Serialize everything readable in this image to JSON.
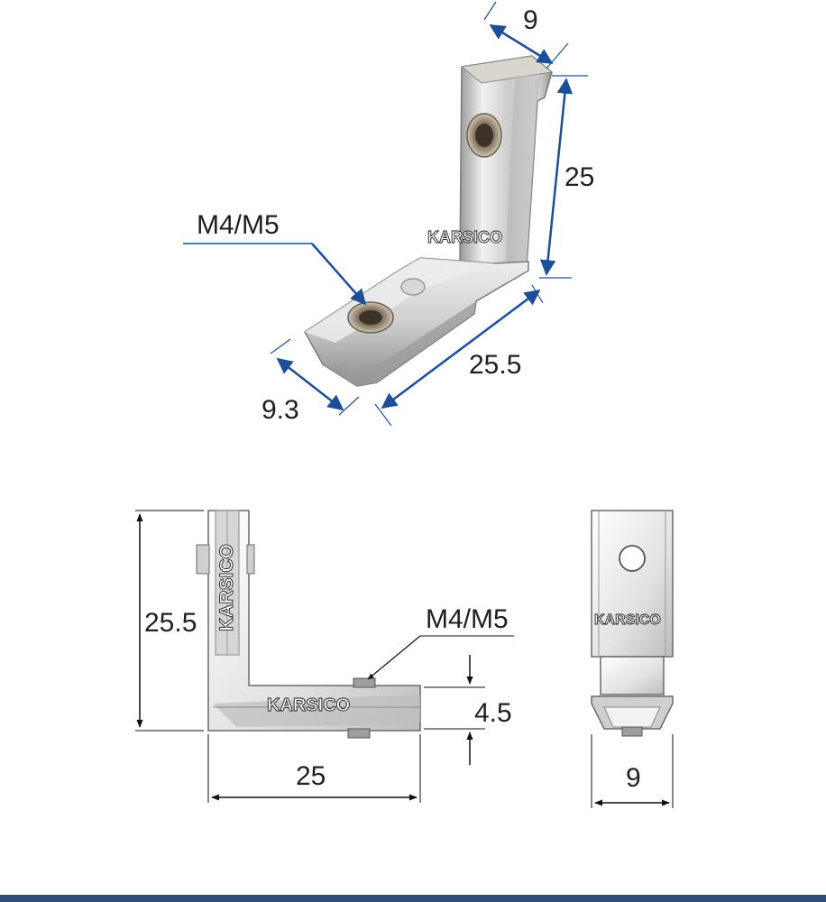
{
  "photo": {
    "brand": "KARSICO",
    "thread_label": "M4/M5",
    "dim_width_top": "9",
    "dim_height": "25",
    "dim_length": "25.5",
    "dim_width_base": "9.3"
  },
  "side_view": {
    "brand": "KARSICO",
    "brand_vertical": "KARSICO",
    "dim_height": "25.5",
    "dim_length": "25",
    "dim_thickness": "4.5",
    "thread_label": "M4/M5"
  },
  "end_view": {
    "brand": "KARSICO",
    "dim_width": "9"
  },
  "colors": {
    "arrow_blue": "#1c4f97",
    "dim_line": "#111111",
    "metal_light": "#e8e8e8",
    "metal_dark": "#8a8a8a",
    "accent_bar": "#2d4d78"
  }
}
